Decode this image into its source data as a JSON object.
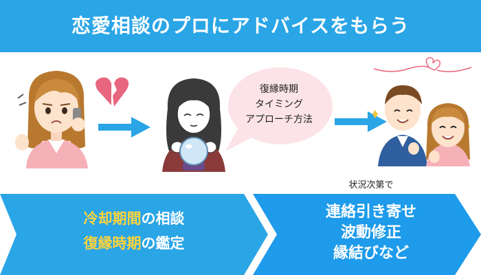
{
  "title": "恋愛相談のプロにアドバイスをもらう",
  "bubble": {
    "lines": [
      "復縁時期",
      "タイミング",
      "アプローチ方法"
    ]
  },
  "condition_note": "状況次第で",
  "panel_left": {
    "line1_highlight": "冷却期間",
    "line1_rest": "の相談",
    "line2_highlight": "復縁時期",
    "line2_rest": "の鑑定"
  },
  "panel_right": {
    "lines": [
      "連絡引き寄せ",
      "波動修正",
      "縁結びなど"
    ]
  },
  "colors": {
    "banner_blue": "#2aa5e6",
    "arrow_blue": "#2aa5e6",
    "panel_blue": "#1e9bea",
    "highlight_yellow": "#ffd43b",
    "bubble_pink": "#fbe3e8",
    "heart_pink": "#e8657f"
  },
  "icons": [
    "broken-heart-icon",
    "heart-string-icon",
    "crystal-ball-icon"
  ]
}
